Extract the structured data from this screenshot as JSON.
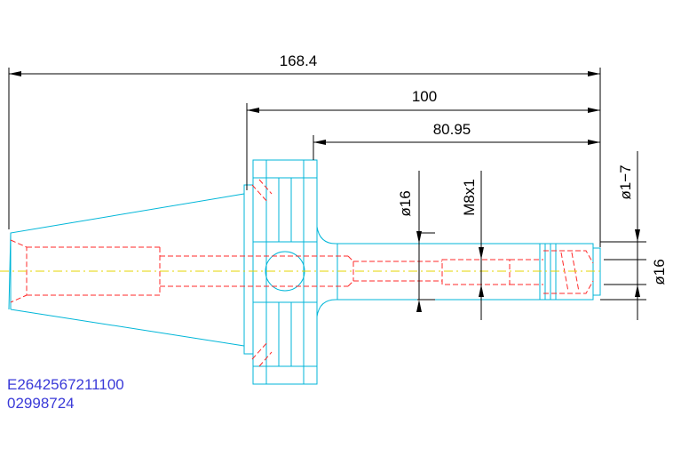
{
  "dimensions": {
    "overall_length": "168.4",
    "gauge_length": "100",
    "shank_length": "80.95",
    "neck_diameter": "ø16",
    "thread": "M8x1",
    "clamp_range": "ø1−7",
    "nose_diameter": "ø16"
  },
  "part_codes": {
    "line1": "E2642567211100",
    "line2": "02998724"
  },
  "colors": {
    "outline": "#00b6d8",
    "hidden": "#ff2a2a",
    "centerline": "#e6d400",
    "dimension": "#000000",
    "code_text": "#3a3ad8"
  }
}
